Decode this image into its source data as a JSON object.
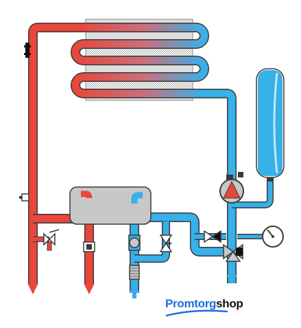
{
  "brand": {
    "part1": "Promtorg",
    "part2": "shop",
    "color_primary": "#1e6fd9",
    "color_secondary": "#111111"
  },
  "colors": {
    "hot": "#e8473c",
    "cold": "#38b0e8",
    "outline": "#3a3a3a",
    "exchanger": "#c8c8c8",
    "arrow_hot": "#e8473c",
    "arrow_cold": "#3ea8e6"
  },
  "components": {
    "main_heat_exchanger": "heat-exchanger-coil",
    "plate_heat_exchanger": "plate-heat-exchanger",
    "expansion_vessel": "expansion-tank",
    "circulation_pump": "pump-icon",
    "pressure_gauge": "pressure-gauge-icon",
    "three_way_valve": "three-way-valve-icon",
    "safety_valve": "safety-valve-icon",
    "flow_sensor": "flow-sensor-icon",
    "filter": "filter-icon",
    "flow_switch": "flow-switch-icon",
    "check_valve": "check-valve-icon",
    "bypass_valve": "bypass-valve-icon",
    "temperature_sensor": "temperature-sensor-icon"
  }
}
